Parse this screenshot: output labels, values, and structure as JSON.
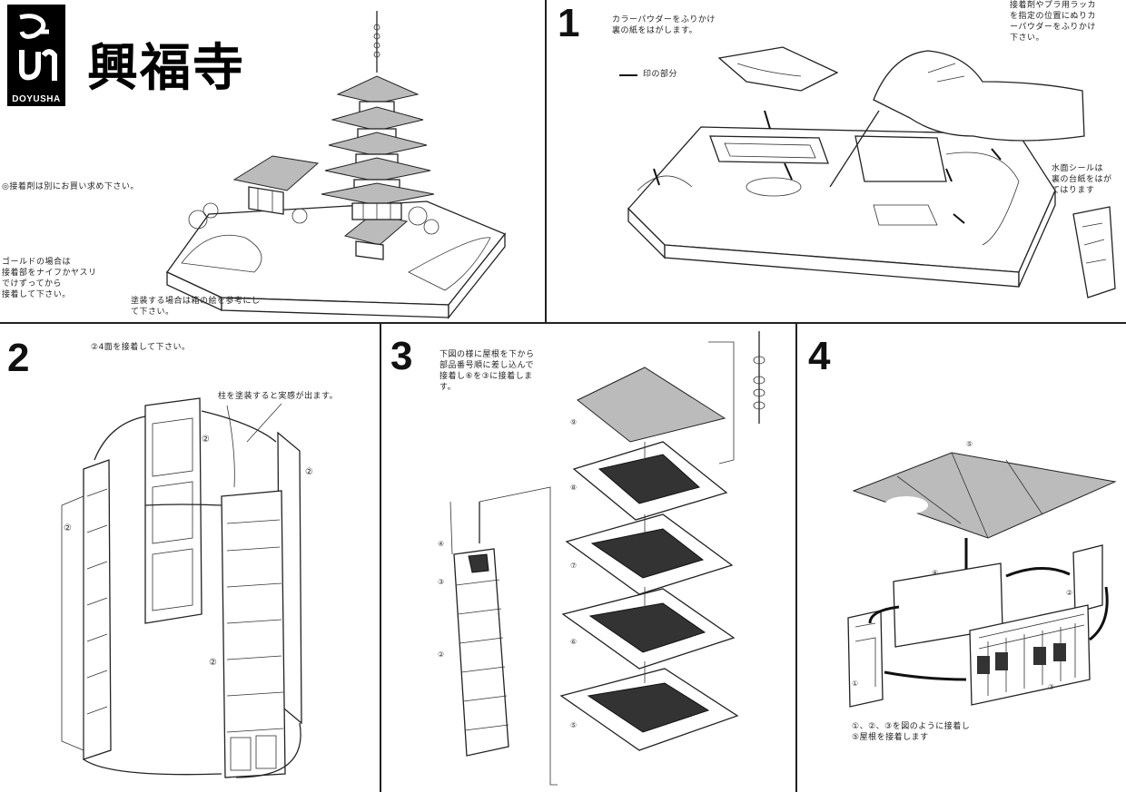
{
  "header": {
    "logo_text": "DOYUSHA",
    "title": "興福寺"
  },
  "panel_intro": {
    "note_adhesive": "◎接着剤は別にお買い求め下さい。",
    "note_gold": "ゴールドの場合は\n接着部をナイフかヤスリ\nでけずってから\n接着して下さい。",
    "note_paint": "塗装する場合は箱の絵を参考にし\nて下さい。"
  },
  "step1": {
    "number": "1",
    "note_top": "カラーパウダーをふりかけ\n裏の紙をはがします。",
    "legend": "印の部分",
    "note_right": "接着剤やプラ用ラッカ\nを指定の位置にぬりカ\nーパウダーをふりかけ\n下さい。",
    "note_sticker": "水面シールは\n裏の台紙をはが\nてはります"
  },
  "step2": {
    "number": "2",
    "note": "②4面を接着して下さい。",
    "callout": "柱を塗装すると実感が出ます。",
    "part_label": "②"
  },
  "step3": {
    "number": "3",
    "note": "下図の様に屋根を下から\n部品番号順に差し込んで\n接着し⑥を③に接着しま\nす。",
    "part_labels": [
      "⑨",
      "⑧",
      "⑦",
      "⑥",
      "⑤",
      "④",
      "③",
      "②"
    ]
  },
  "step4": {
    "number": "4",
    "note": "①、②、③を図のように接着し\n⑤屋根を接着します",
    "part_labels": [
      "⑤",
      "④",
      "①",
      "②",
      "③"
    ]
  }
}
